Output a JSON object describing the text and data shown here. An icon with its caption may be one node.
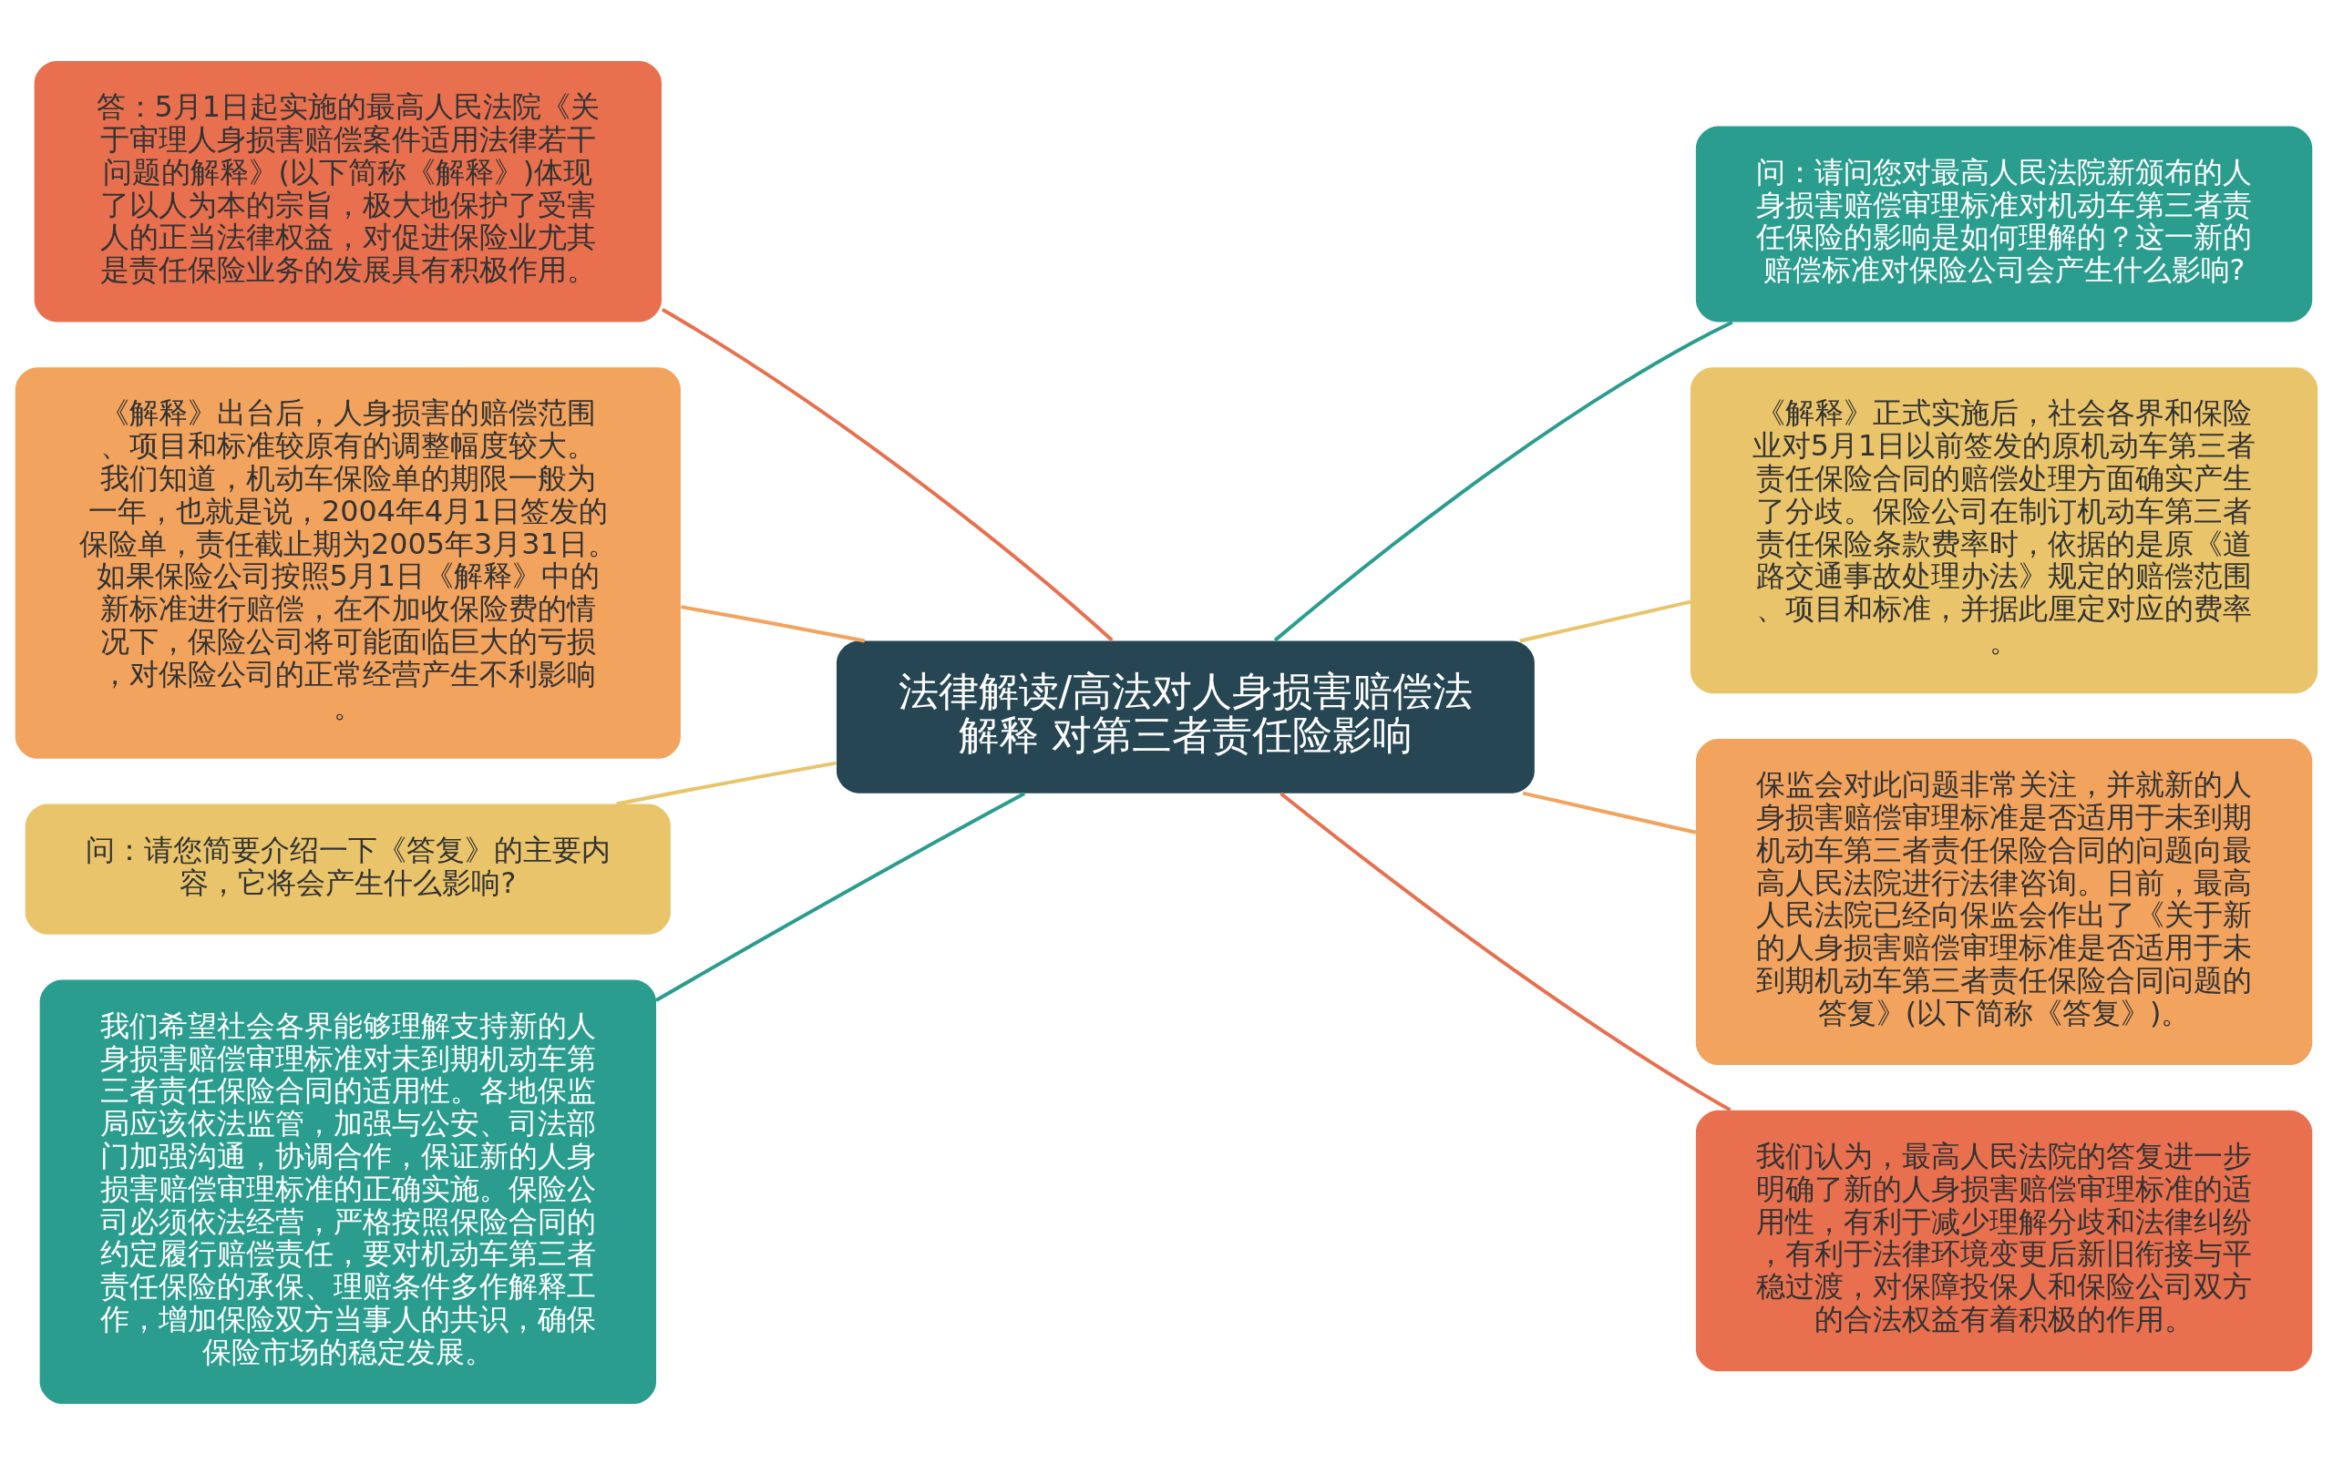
{
  "diagram": {
    "nodes": [
      {
        "text": [
          "法律解读/高法对人身损害赔偿法解释 对第三者责任险影响"
        ]
      },
      {
        "text": [
          "答：5月1日起实施的最高人民法院《关于审理人身损害赔偿案件适用法律若干问题的解释》(以下简称《解释》)体现了以人为本的宗旨，极大地保护了受害人的正当法律权益，对促进保险业尤其是责任保险业务的发展具有积极作用。"
        ]
      },
      {
        "text": [
          "《解释》出台后，人身损害的赔偿范围、项目和标准较原有的调整幅度较大。我们知道，机动车保险单的期限一般为一年，也就是说，2004年4月1日签发的保险单，责任截止期为2005年3月31日。如果保险公司按照5月1日《解释》中的新标准进行赔偿，在不加收保险费的情况下，保险公司将可能面临巨大的亏损，对保险公司的正常经营产生不利影响。"
        ]
      },
      {
        "text": [
          "问：请您简要介绍一下《答复》的主要内容，它将会产生什么影响?"
        ]
      },
      {
        "text": [
          "我们希望社会各界能够理解支持新的人身损害赔偿审理标准对未到期机动车第三者责任保险合同的适用性。各地保监局应该依法监管，加强与公安、司法部门加强沟通，协调合作，保证新的人身损害赔偿审理标准的正确实施。保险公司必须依法经营，严格按照保险合同的约定履行赔偿责任，要对机动车第三者责任保险的承保、理赔条件多作解释工作，增加保险双方当事人的共识，确保保险市场的稳定发展。"
        ]
      },
      {
        "text": [
          "问：请问您对最高人民法院新颁布的人身损害赔偿审理标准对机动车第三者责任保险的影响是如何理解的？这一新的赔偿标准对保险公司会产生什么影响?"
        ]
      },
      {
        "text": [
          "《解释》正式实施后，社会各界和保险业对5月1日以前签发的原机动车第三者责任保险合同的赔偿处理方面确实产生了分歧。保险公司在制订机动车第三者责任保险条款费率时，依据的是原《道路交通事故处理办法》规定的赔偿范围、项目和标准，并据此厘定对应的费率。"
        ]
      },
      {
        "text": [
          "保监会对此问题非常关注，并就新的人身损害赔偿审理标准是否适用于未到期机动车第三者责任保险合同的问题向最高人民法院进行法律咨询。日前，最高人民法院已经向保监会作出了《关于新的人身损害赔偿审理标准是否适用于未到期机动车第三者责任保险合同问题的答复》(以下简称《答复》)。"
        ]
      },
      {
        "text": [
          "我们认为，最高人民法院的答复进一步明确了新的人身损害赔偿审理标准的适用性，有利于减少理解分歧和法律纠纷，有利于法律环境变更后新旧衔接与平稳过渡，对保障投保人和保险公司双方的合法权益有着积极的作用。"
        ]
      }
    ],
    "edges": [
      {
        "from": 0,
        "to": 1,
        "arrow": "none",
        "color": "#e8704f"
      },
      {
        "from": 0,
        "to": 2,
        "arrow": "none",
        "color": "#f2a35e"
      },
      {
        "from": 0,
        "to": 3,
        "arrow": "none",
        "color": "#e9c46a"
      },
      {
        "from": 0,
        "to": 4,
        "arrow": "none",
        "color": "#2a9d8f"
      },
      {
        "from": 0,
        "to": 5,
        "arrow": "none",
        "color": "#2a9d8f"
      },
      {
        "from": 0,
        "to": 6,
        "arrow": "none",
        "color": "#e9c46a"
      },
      {
        "from": 0,
        "to": 7,
        "arrow": "none",
        "color": "#f2a35e"
      },
      {
        "from": 0,
        "to": 8,
        "arrow": "none",
        "color": "#e8704f"
      }
    ]
  }
}
